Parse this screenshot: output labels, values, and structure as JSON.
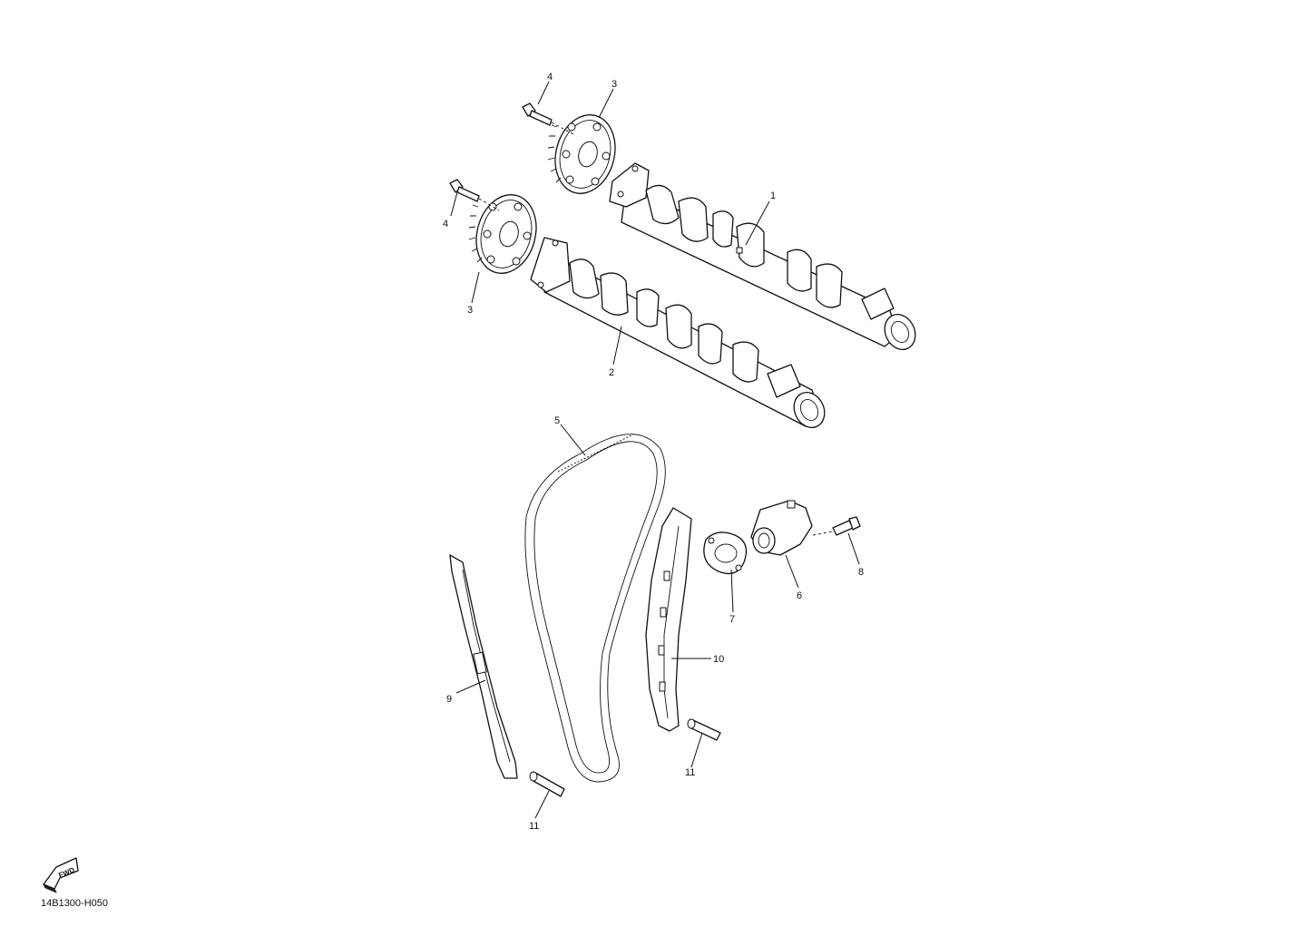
{
  "diagram": {
    "reference_code": "14B1300-H050",
    "fwd_badge_text": "FWD",
    "labels": [
      {
        "key": "p1",
        "text": "1"
      },
      {
        "key": "p2",
        "text": "2"
      },
      {
        "key": "p3a",
        "text": "3"
      },
      {
        "key": "p3b",
        "text": "3"
      },
      {
        "key": "p4a",
        "text": "4"
      },
      {
        "key": "p4b",
        "text": "4"
      },
      {
        "key": "p5",
        "text": "5"
      },
      {
        "key": "p6",
        "text": "6"
      },
      {
        "key": "p7",
        "text": "7"
      },
      {
        "key": "p8",
        "text": "8"
      },
      {
        "key": "p9",
        "text": "9"
      },
      {
        "key": "p10",
        "text": "10"
      },
      {
        "key": "p11a",
        "text": "11"
      },
      {
        "key": "p11b",
        "text": "11"
      }
    ]
  }
}
